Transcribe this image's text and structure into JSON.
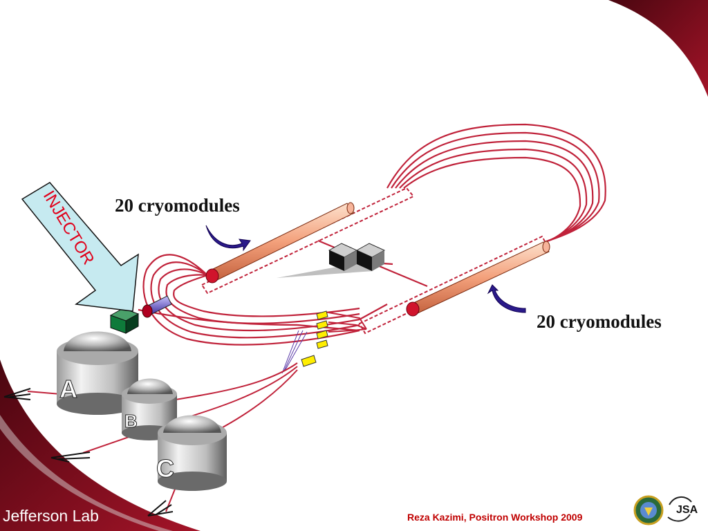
{
  "diagram": {
    "injector_label": "INJECTOR",
    "linac_north_label": "20 cryomodules",
    "linac_south_label": "20 cryomodules",
    "halls": [
      {
        "letter": "A"
      },
      {
        "letter": "B"
      },
      {
        "letter": "C"
      }
    ]
  },
  "footer": {
    "credit": "Reza Kazimi, Positron Workshop 2009",
    "logo_text": "Jefferson Lab",
    "partner_logo_text": "JSA"
  },
  "colors": {
    "beamline": "#c0223a",
    "cryomodule": "#f4a37e",
    "injector_arrow": "#c6eaf0",
    "injector_text": "#e0001a",
    "corner_band": "#8b1020",
    "footer_credit": "#c00000"
  }
}
